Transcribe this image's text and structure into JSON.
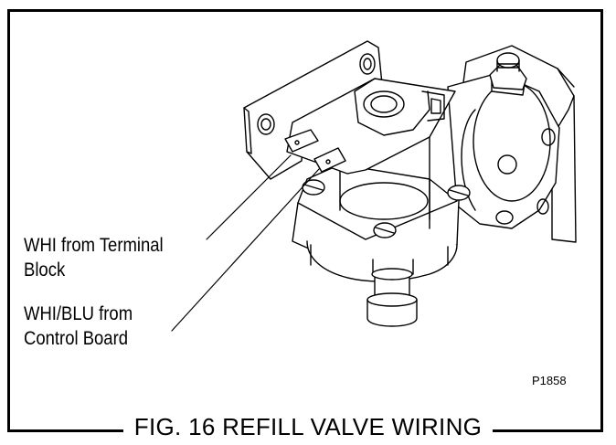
{
  "figure": {
    "caption": "FIG. 16 REFILL VALVE WIRING",
    "part_code": "P1858",
    "callouts": [
      {
        "line1": "WHI from Terminal",
        "line2": "Block"
      },
      {
        "line1": "WHI/BLU from",
        "line2": "Control Board"
      }
    ]
  }
}
